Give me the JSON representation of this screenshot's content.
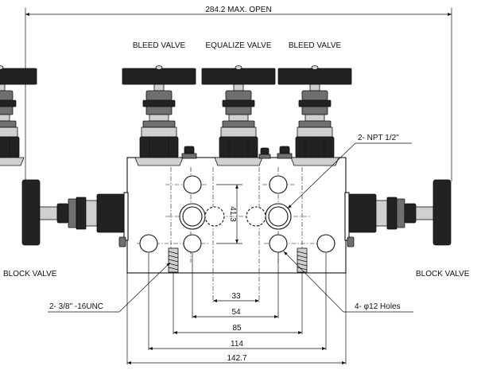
{
  "labels": {
    "top_dimension": "284.2 MAX. OPEN",
    "bleed_valve_left": "BLEED VALVE",
    "equalize_valve": "EQUALIZE VALVE",
    "bleed_valve_right": "BLEED VALVE",
    "block_valve_left": "BLOCK VALVE",
    "block_valve_right": "BLOCK VALVE",
    "npt_callout": "2- NPT 1/2\"",
    "unc_callout": "2- 3/8\" -16UNC",
    "holes_callout": "4- φ12 Holes",
    "vertical_dim": "41.3"
  },
  "dimensions": [
    "33",
    "54",
    "85",
    "114",
    "142.7"
  ]
}
